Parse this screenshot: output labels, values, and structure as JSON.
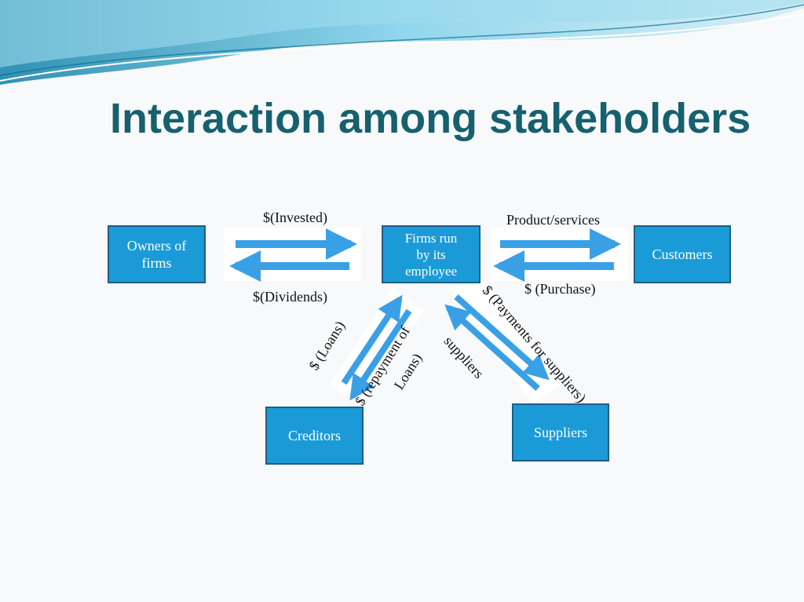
{
  "slide": {
    "title": "Interaction among stakeholders"
  },
  "nodes": {
    "owners": "Owners of\nfirms",
    "firms": "Firms run\nby its\nemployee",
    "customers": "Customers",
    "creditors": "Creditors",
    "suppliers": "Suppliers"
  },
  "edges": {
    "invested": "$(Invested)",
    "dividends": "$(Dividends)",
    "product_services": "Product/services",
    "purchase": "$ (Purchase)",
    "loans": "$ (Loans)",
    "repayment_line1": "$ (repayment of",
    "repayment_line2": "Loans)",
    "suppliers_flow": "suppliers",
    "payments_for_suppliers": "$ (Payments for suppliers)"
  },
  "colors": {
    "title": "#17606e",
    "node_fill": "#1a9bd7",
    "node_border": "#1d5e86",
    "arrow": "#3aa0e6"
  }
}
